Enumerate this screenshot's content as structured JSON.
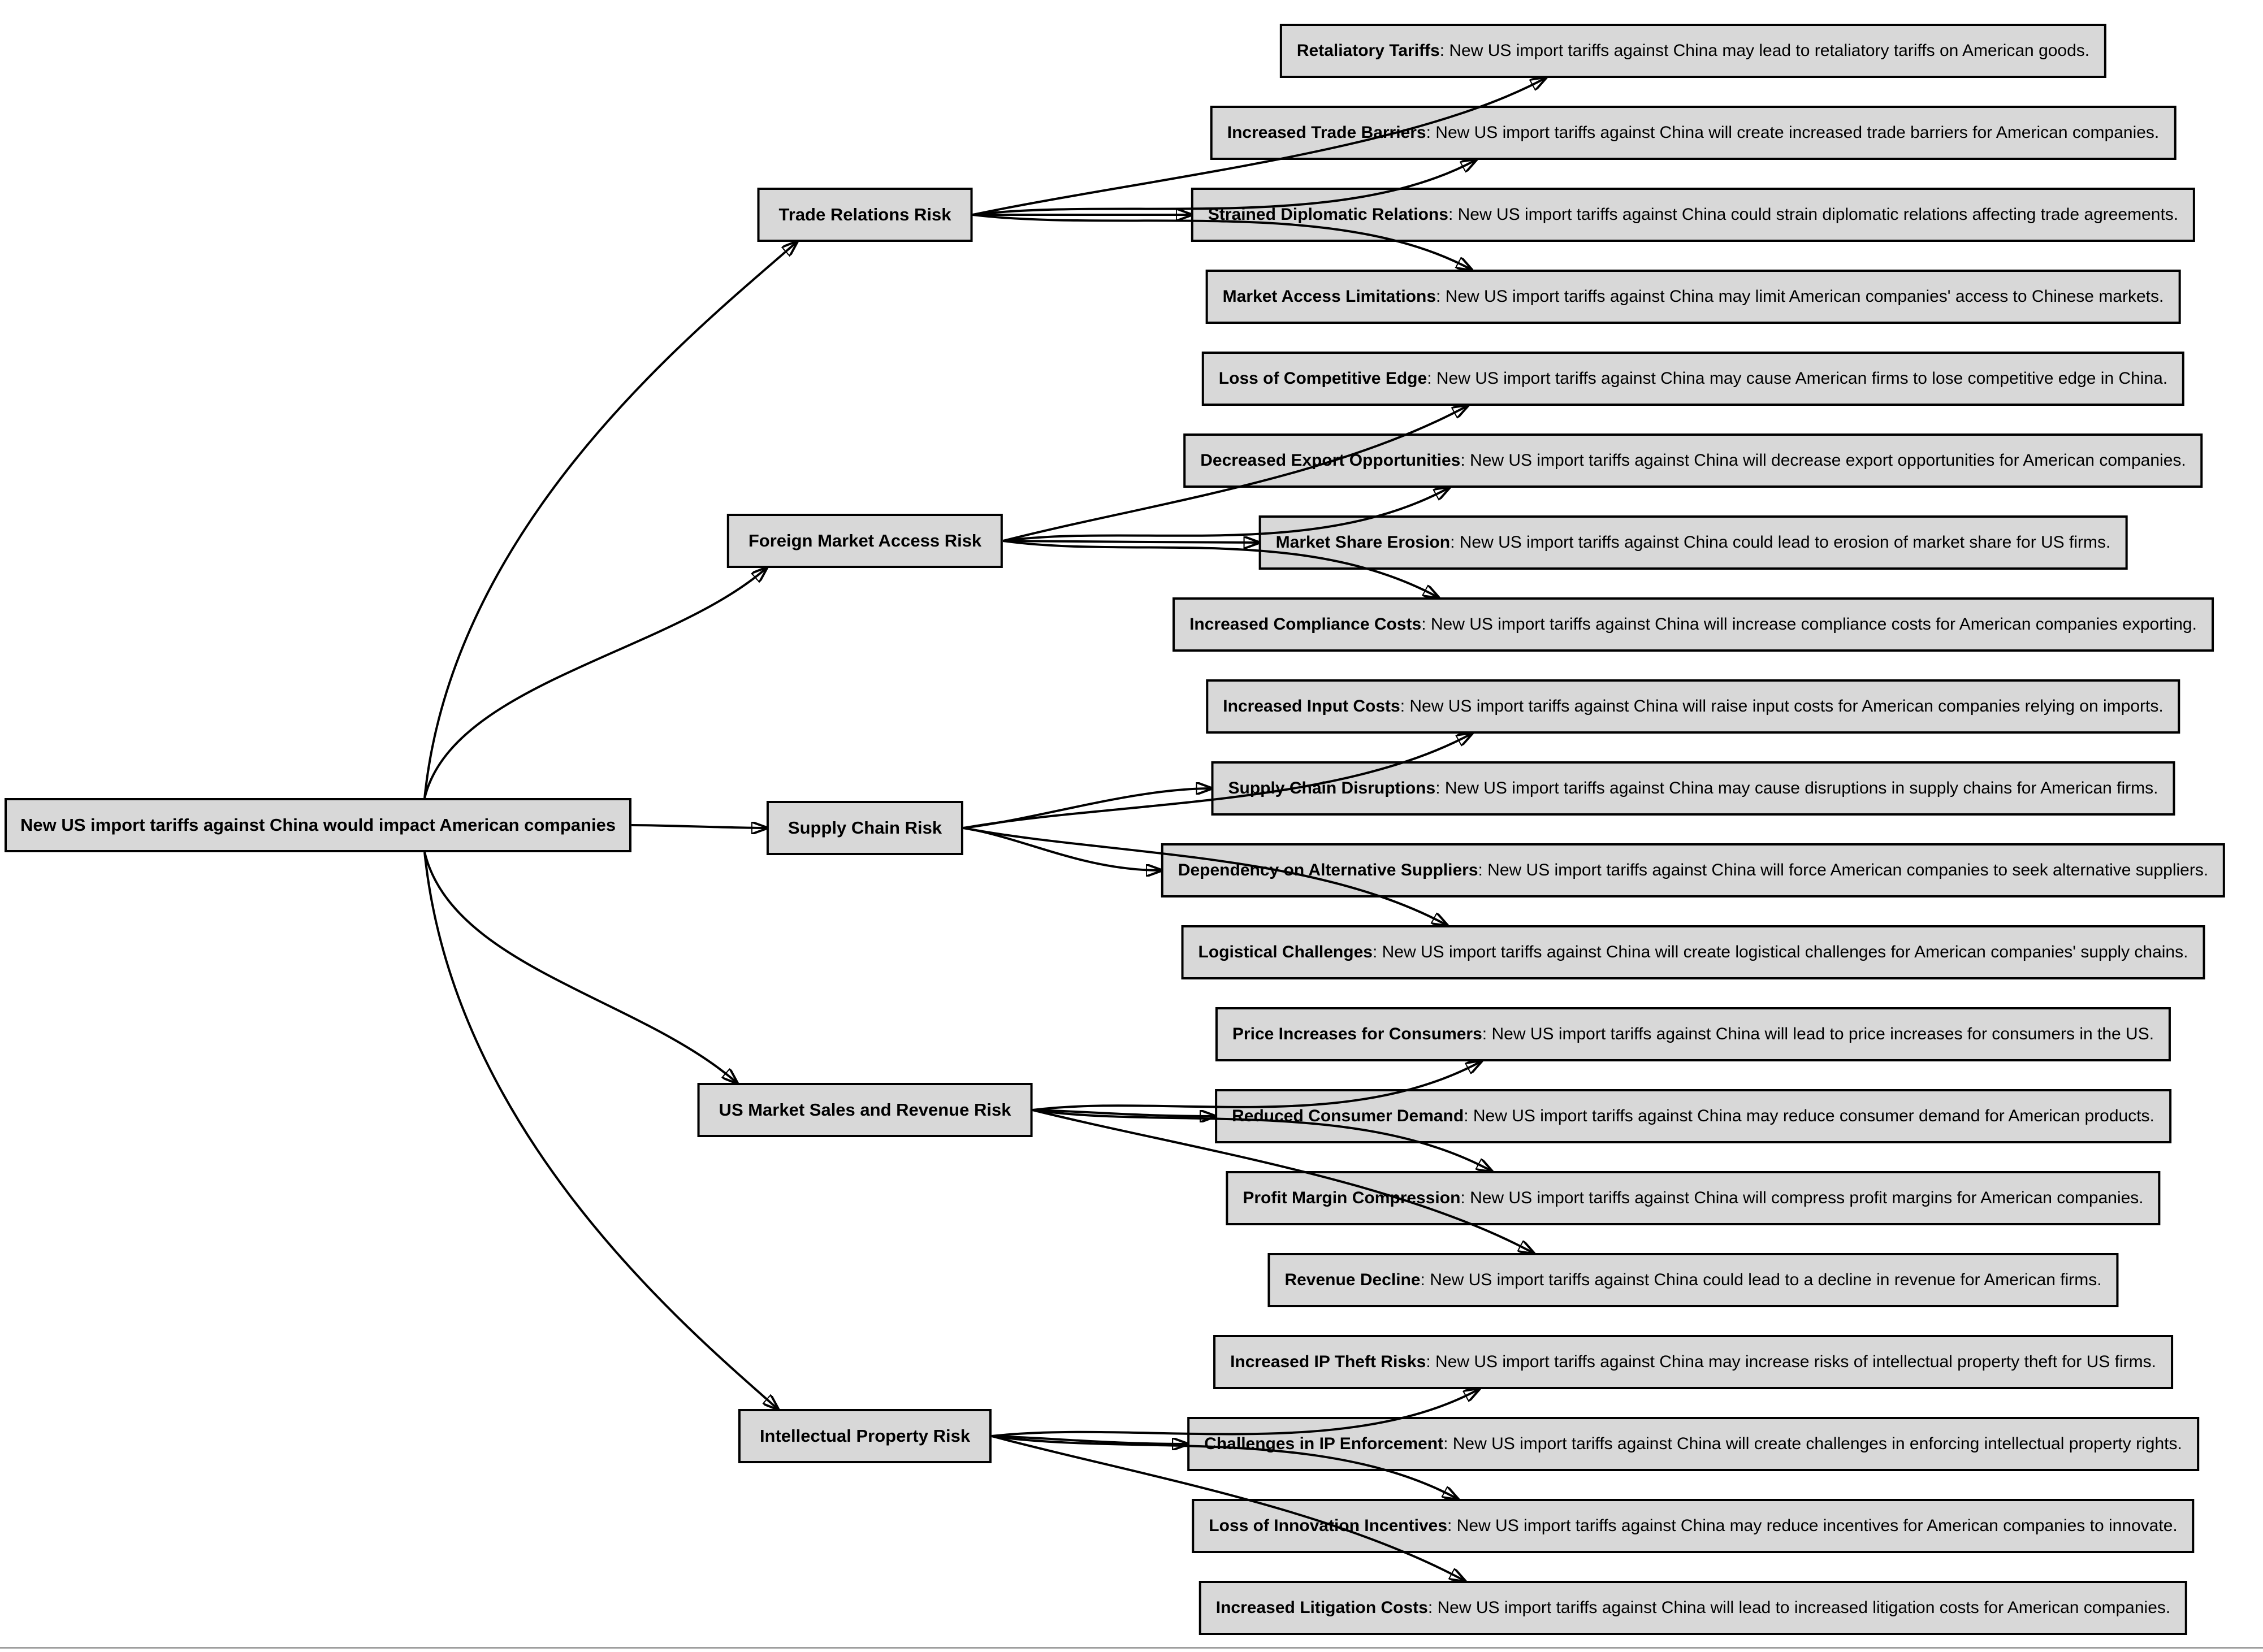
{
  "diagram": {
    "diagram_type": "left-to-right risk flowchart",
    "root": {
      "label": "New US import tariffs against China would impact American companies"
    },
    "categories": [
      {
        "label": "Trade Relations Risk",
        "children": [
          {
            "title": "Retaliatory Tariffs",
            "description": "New US import tariffs against China may lead to retaliatory tariffs on American goods."
          },
          {
            "title": "Increased Trade Barriers",
            "description": "New US import tariffs against China will create increased trade barriers for American companies."
          },
          {
            "title": "Strained Diplomatic Relations",
            "description": "New US import tariffs against China could strain diplomatic relations affecting trade agreements."
          },
          {
            "title": "Market Access Limitations",
            "description": "New US import tariffs against China may limit American companies' access to Chinese markets."
          }
        ]
      },
      {
        "label": "Foreign Market Access Risk",
        "children": [
          {
            "title": "Loss of Competitive Edge",
            "description": "New US import tariffs against China may cause American firms to lose competitive edge in China."
          },
          {
            "title": "Decreased Export Opportunities",
            "description": "New US import tariffs against China will decrease export opportunities for American companies."
          },
          {
            "title": "Market Share Erosion",
            "description": "New US import tariffs against China could lead to erosion of market share for US firms."
          },
          {
            "title": "Increased Compliance Costs",
            "description": "New US import tariffs against China will increase compliance costs for American companies exporting."
          }
        ]
      },
      {
        "label": "Supply Chain Risk",
        "children": [
          {
            "title": "Increased Input Costs",
            "description": "New US import tariffs against China will raise input costs for American companies relying on imports."
          },
          {
            "title": "Supply Chain Disruptions",
            "description": "New US import tariffs against China may cause disruptions in supply chains for American firms."
          },
          {
            "title": "Dependency on Alternative Suppliers",
            "description": "New US import tariffs against China will force American companies to seek alternative suppliers."
          },
          {
            "title": "Logistical Challenges",
            "description": "New US import tariffs against China will create logistical challenges for American companies' supply chains."
          }
        ]
      },
      {
        "label": "US Market Sales and Revenue Risk",
        "children": [
          {
            "title": "Price Increases for Consumers",
            "description": "New US import tariffs against China will lead to price increases for consumers in the US."
          },
          {
            "title": "Reduced Consumer Demand",
            "description": "New US import tariffs against China may reduce consumer demand for American products."
          },
          {
            "title": "Profit Margin Compression",
            "description": "New US import tariffs against China will compress profit margins for American companies."
          },
          {
            "title": "Revenue Decline",
            "description": "New US import tariffs against China could lead to a decline in revenue for American firms."
          }
        ]
      },
      {
        "label": "Intellectual Property Risk",
        "children": [
          {
            "title": "Increased IP Theft Risks",
            "description": "New US import tariffs against China may increase risks of intellectual property theft for US firms."
          },
          {
            "title": "Challenges in IP Enforcement",
            "description": "New US import tariffs against China will create challenges in enforcing intellectual property rights."
          },
          {
            "title": "Loss of Innovation Incentives",
            "description": "New US import tariffs against China may reduce incentives for American companies to innovate."
          },
          {
            "title": "Increased Litigation Costs",
            "description": "New US import tariffs against China will lead to increased litigation costs for American companies."
          }
        ]
      }
    ],
    "colors": {
      "node_fill": "#d8d8d8",
      "node_border": "#000000",
      "edge_color": "#000000",
      "background": "#ffffff",
      "bottom_rule": "#9e9e9e"
    }
  }
}
